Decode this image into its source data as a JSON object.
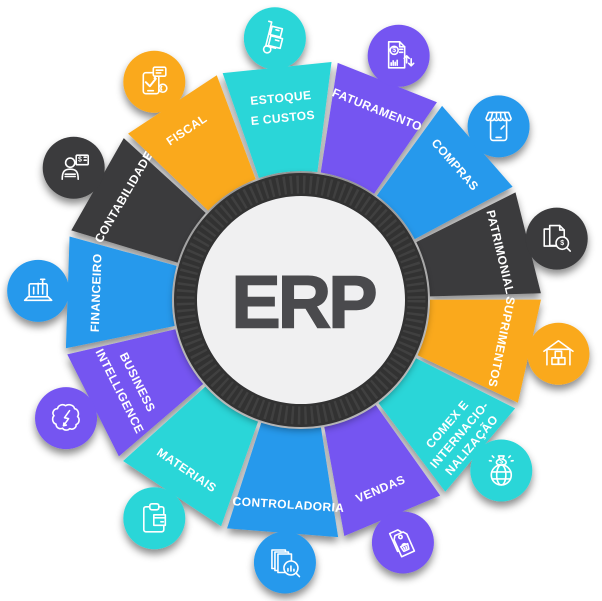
{
  "diagram": {
    "center": {
      "title": "ERP"
    },
    "currency_symbol": "$",
    "palette": {
      "cyan": "#2CD6D8",
      "purple": "#7455F1",
      "blue": "#2799EC",
      "dark": "#3A3A3C",
      "orange": "#FAA91D",
      "label_text": "#FFFFFF",
      "hub_ring": "#313133",
      "hub_fill": "#F0F0F1",
      "center_text": "#4A4A4D"
    },
    "segments": [
      {
        "id": "estoque-e-custos",
        "label": "ESTOQUE E CUSTOS",
        "lines": [
          "ESTOQUE",
          "E CUSTOS"
        ],
        "color": "#2CD6D8",
        "icon": "hand-truck",
        "angle": -5.7,
        "flipped": false
      },
      {
        "id": "faturamento",
        "label": "FATURAMENTO",
        "lines": [
          "FATURAMENTO"
        ],
        "color": "#7455F1",
        "icon": "invoice",
        "angle": 21.8,
        "flipped": false
      },
      {
        "id": "compras",
        "label": "COMPRAS",
        "lines": [
          "COMPRAS"
        ],
        "color": "#2799EC",
        "icon": "mobile-store",
        "angle": 48.7,
        "flipped": false
      },
      {
        "id": "patrimonial",
        "label": "PATRIMONIAL",
        "lines": [
          "PATRIMONIAL"
        ],
        "color": "#3A3A3C",
        "icon": "asset-search",
        "angle": 76.5,
        "flipped": false
      },
      {
        "id": "suprimentos",
        "label": "SUPRIMENTOS",
        "lines": [
          "SUPRIMENTOS"
        ],
        "color": "#FAA91D",
        "icon": "warehouse",
        "angle": 101.8,
        "flipped": false
      },
      {
        "id": "comex-e-internacionalizacao",
        "label": "COMEX E INTERNACIONALIZAÇÃO",
        "lines": [
          "COMEX E",
          "INTERNACIO-",
          "NALIZAÇÃO"
        ],
        "color": "#2CD6D8",
        "icon": "globe-money",
        "angle": 130.4,
        "flipped": true
      },
      {
        "id": "vendas",
        "label": "VENDAS",
        "lines": [
          "VENDAS"
        ],
        "color": "#7455F1",
        "icon": "price-tags",
        "angle": 157.2,
        "flipped": true
      },
      {
        "id": "controladoria",
        "label": "CONTROLADORIA",
        "lines": [
          "CONTROLADORIA"
        ],
        "color": "#2799EC",
        "icon": "report-search",
        "angle": 183.5,
        "flipped": true
      },
      {
        "id": "materiais",
        "label": "MATERIAIS",
        "lines": [
          "MATERIAIS"
        ],
        "color": "#2CD6D8",
        "icon": "clipboard-box",
        "angle": 213.9,
        "flipped": true
      },
      {
        "id": "business-intelligence",
        "label": "BUSINESS INTELLIGENCE",
        "lines": [
          "BUSINESS",
          "INTELLIGENCE"
        ],
        "color": "#7455F1",
        "icon": "brain",
        "angle": 243.3,
        "flipped": true
      },
      {
        "id": "financeiro",
        "label": "FINANCEIRO",
        "lines": [
          "FINANCEIRO"
        ],
        "color": "#2799EC",
        "icon": "laptop-chart",
        "angle": 272.0,
        "flipped": false
      },
      {
        "id": "contabilidade",
        "label": "CONTABILIDADE",
        "lines": [
          "CONTABILIDADE"
        ],
        "color": "#3A3A3C",
        "icon": "accountant",
        "angle": 300.2,
        "flipped": false
      },
      {
        "id": "fiscal",
        "label": "FISCAL",
        "lines": [
          "FISCAL"
        ],
        "color": "#FAA91D",
        "icon": "device-check",
        "angle": 326.1,
        "flipped": false
      }
    ]
  }
}
